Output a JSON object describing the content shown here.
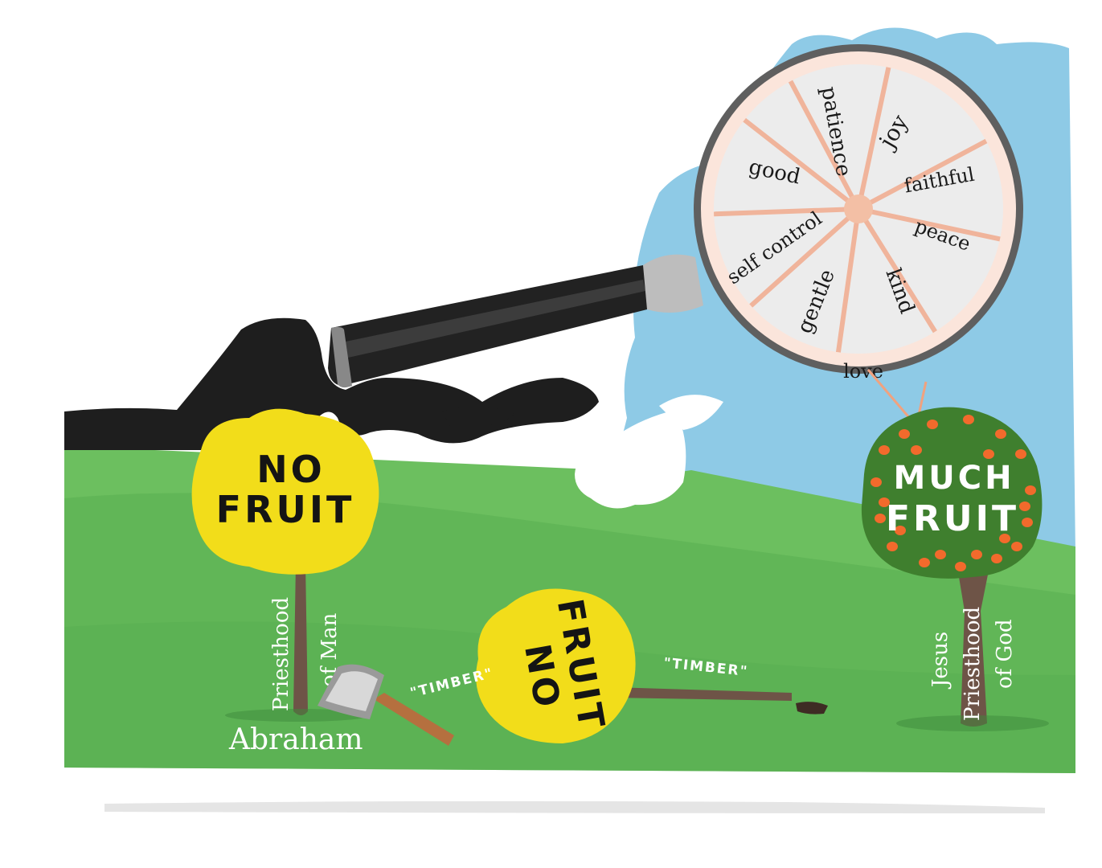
{
  "colors": {
    "sky": "#8ecae6",
    "grass": "#6cbf5f",
    "grass_dark": "#4ea64a",
    "shadow": "#1e1e1e",
    "yellow_tree": "#f2dd1a",
    "green_tree": "#3f7f2e",
    "fruit": "#f26a2c",
    "trunk": "#6e5447",
    "lens_ring": "#666666",
    "lens_fill": "#eeeeee",
    "segment_line": "#f0b49b",
    "handle": "#222222"
  },
  "fruit_wheel": {
    "segments": [
      "patience",
      "joy",
      "faithful",
      "peace",
      "kind",
      "love",
      "gentle",
      "self control",
      "good"
    ]
  },
  "trees": {
    "left": {
      "title_line1": "NO",
      "title_line2": "FRUIT",
      "trunk_label_1": "Priesthood",
      "trunk_label_2": "of Man",
      "name": "Abraham"
    },
    "fallen": {
      "title_line1": "NO",
      "title_line2": "FRUIT",
      "timber_left": "\"TIMBER\"",
      "timber_right": "\"TIMBER\""
    },
    "right": {
      "title_line1": "MUCH",
      "title_line2": "FRUIT",
      "trunk_label_1": "Jesus",
      "trunk_label_2": "Priesthood",
      "trunk_label_3": "of God"
    }
  }
}
